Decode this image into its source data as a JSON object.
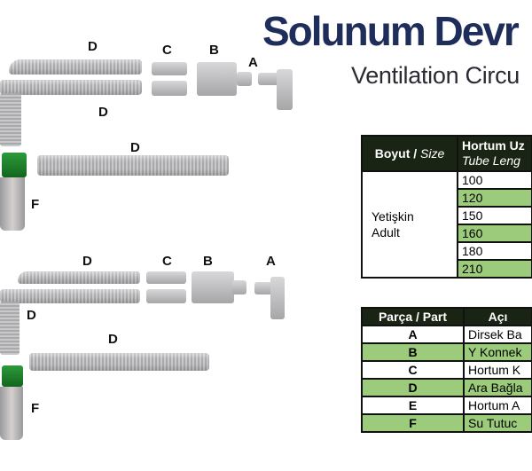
{
  "header": {
    "title": "Solunum Devr",
    "subtitle": "Ventilation Circu"
  },
  "diagram_top": {
    "labels": [
      "D",
      "C",
      "B",
      "A",
      "D",
      "D",
      "F"
    ]
  },
  "diagram_bottom": {
    "labels": [
      "D",
      "C",
      "B",
      "A",
      "D",
      "D",
      "F"
    ]
  },
  "size_table": {
    "col1_header": "Boyut",
    "col1_header_en": "Size",
    "col2_header": "Hortum Uz",
    "col2_header_en": "Tube Leng",
    "size_tr": "Yetişkin",
    "size_en": "Adult",
    "lengths": [
      "100",
      "120",
      "150",
      "160",
      "180",
      "210"
    ]
  },
  "parts_table": {
    "col1_header": "Parça / Part",
    "col2_header": "Açı",
    "rows": [
      {
        "part": "A",
        "desc": "Dirsek Ba"
      },
      {
        "part": "B",
        "desc": "Y Konnek"
      },
      {
        "part": "C",
        "desc": "Hortum K"
      },
      {
        "part": "D",
        "desc": "Ara Bağla"
      },
      {
        "part": "E",
        "desc": "Hortum A"
      },
      {
        "part": "F",
        "desc": "Su Tutuc"
      }
    ]
  },
  "colors": {
    "title": "#1f2d5a",
    "header_bg": "#1a2414",
    "row_green": "#9ccb7c"
  }
}
